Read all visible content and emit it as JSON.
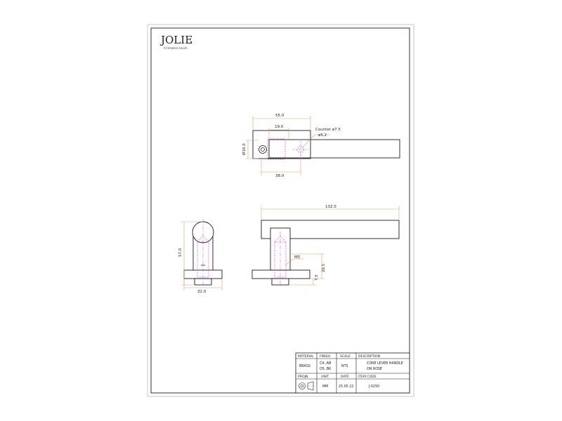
{
  "brand": {
    "name": "JOLIE",
    "registered": "®",
    "tagline": "A timeless touch."
  },
  "top_view": {
    "dim_width": "55.0",
    "dim_inner": "19.0",
    "dim_bottom": "38.0",
    "dim_rose": "Ø16.0",
    "counter_label": "Counter ø7.5",
    "hole_label": "ø5.2"
  },
  "side_view": {
    "dim_height": "57.0",
    "dim_base": "32.0"
  },
  "front_view": {
    "dim_length": "132.0",
    "dim_thread": "M5",
    "dim_26": "26.5",
    "dim_7": "7.5"
  },
  "title_block": {
    "headers": {
      "material": "MATERIAL",
      "finish": "FINISH",
      "scale": "SCALE",
      "description": "DESCRIPTION"
    },
    "material": "BRASS",
    "finish_line1": "CA ,AB",
    "finish_line2": "OS ,BK",
    "scale": "NTS",
    "description_line1": "CORE LEVER HANDLE",
    "description_line2": "ON ROSE",
    "projn_label": "PROJN.",
    "unit_label": "UNIT",
    "date_label": "DATE",
    "item_code_label": "ITEM CODE",
    "unit": "MM",
    "date": "25.05.22",
    "item_code": "J-0250"
  },
  "colors": {
    "outline": "#1a1a1a",
    "dimension": "#e3a05a",
    "hidden": "#d04fd0"
  }
}
